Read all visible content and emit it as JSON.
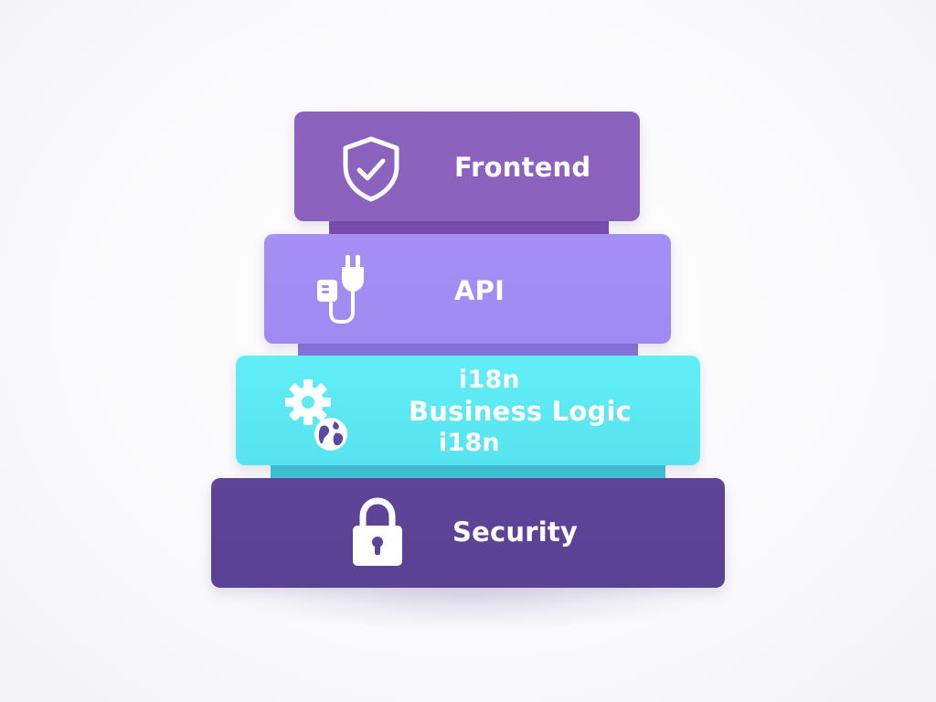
{
  "diagram": {
    "layers": [
      {
        "id": "frontend",
        "label": "Frontend",
        "icon": "shield-check-icon",
        "color": "#8a61bc"
      },
      {
        "id": "api",
        "label": "API",
        "icon": "plug-icon",
        "color": "#a48ff5"
      },
      {
        "id": "business-logic",
        "label": "Business Logic",
        "extra_labels": [
          "i18n",
          "i18n"
        ],
        "icons": [
          "gear-icon",
          "globe-icon"
        ],
        "color": "#5ee9f3"
      },
      {
        "id": "security",
        "label": "Security",
        "icon": "padlock-icon",
        "color": "#5d4497"
      }
    ]
  }
}
